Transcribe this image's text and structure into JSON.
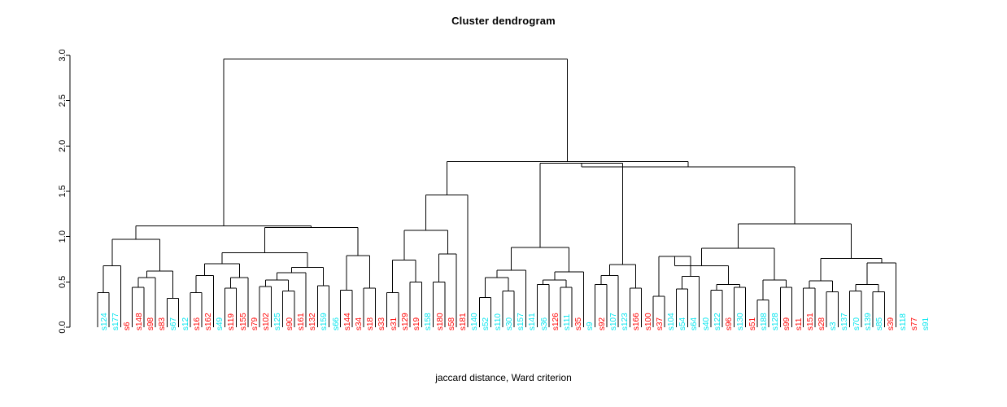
{
  "title": "Cluster dendrogram",
  "xlabel": "jaccard distance, Ward criterion",
  "colors": {
    "cyan": "#00e5ee",
    "red": "#ff0000",
    "line": "#000000",
    "axis": "#000000"
  },
  "axis": {
    "ticks": [
      "0.0",
      "0.5",
      "1.0",
      "1.5",
      "2.0",
      "2.5",
      "3.0"
    ],
    "tick_values": [
      0.0,
      0.5,
      1.0,
      1.5,
      2.0,
      2.5,
      3.0
    ]
  },
  "chart_data": {
    "type": "dendrogram",
    "title": "Cluster dendrogram",
    "xlabel": "jaccard distance, Ward criterion",
    "ylabel": "",
    "ylim": [
      0.0,
      3.0
    ],
    "grid": false,
    "legend": false,
    "n_leaves": 70,
    "leaf_labels": [
      "s124",
      "s177",
      "s6",
      "s148",
      "s98",
      "s83",
      "s67",
      "s12",
      "s16",
      "s162",
      "s49",
      "s119",
      "s155",
      "s79",
      "s102",
      "s125",
      "s90",
      "s161",
      "s132",
      "s159",
      "s66",
      "s144",
      "s34",
      "s18",
      "s33",
      "s31",
      "s129",
      "s19",
      "s158",
      "s180",
      "s58",
      "s181",
      "s140",
      "s52",
      "s110",
      "s30",
      "s157",
      "s141",
      "s36",
      "s126",
      "s111",
      "s35",
      "s9",
      "s92",
      "s107",
      "s123",
      "s166",
      "s100",
      "s37",
      "s104",
      "s54",
      "s64",
      "s40",
      "s122",
      "s96",
      "s130",
      "s51",
      "s188",
      "s128",
      "s99",
      "s11",
      "s151",
      "s28",
      "s3",
      "s137",
      "s70",
      "s139",
      "s85",
      "s39",
      "s118",
      "s77",
      "s91"
    ],
    "leaf_label_colors": [
      "cyan",
      "cyan",
      "red",
      "red",
      "red",
      "red",
      "cyan",
      "cyan",
      "red",
      "red",
      "cyan",
      "red",
      "red",
      "red",
      "red",
      "cyan",
      "red",
      "red",
      "red",
      "cyan",
      "cyan",
      "red",
      "red",
      "red",
      "red",
      "red",
      "red",
      "red",
      "cyan",
      "red",
      "red",
      "red",
      "cyan",
      "cyan",
      "cyan",
      "cyan",
      "cyan",
      "cyan",
      "cyan",
      "red",
      "cyan",
      "red",
      "cyan",
      "red",
      "cyan",
      "cyan",
      "red",
      "red",
      "red",
      "cyan",
      "cyan",
      "cyan",
      "cyan",
      "cyan",
      "red",
      "cyan",
      "red",
      "cyan",
      "cyan",
      "red",
      "red",
      "red",
      "red",
      "cyan",
      "cyan",
      "cyan",
      "cyan",
      "cyan",
      "red",
      "cyan",
      "red",
      "cyan"
    ],
    "merges": [
      {
        "id": "m1",
        "left": {
          "leaf": 0
        },
        "right": {
          "leaf": 1
        },
        "height": 0.38
      },
      {
        "id": "m2",
        "left": {
          "node": "m1"
        },
        "right": {
          "leaf": 2
        },
        "height": 0.68
      },
      {
        "id": "m3",
        "left": {
          "leaf": 3
        },
        "right": {
          "leaf": 4
        },
        "height": 0.44
      },
      {
        "id": "m4",
        "left": {
          "node": "m3"
        },
        "right": {
          "leaf": 5
        },
        "height": 0.55
      },
      {
        "id": "m5",
        "left": {
          "leaf": 6
        },
        "right": {
          "leaf": 7
        },
        "height": 0.32
      },
      {
        "id": "m6",
        "left": {
          "node": "m4"
        },
        "right": {
          "node": "m5"
        },
        "height": 0.62
      },
      {
        "id": "m7",
        "left": {
          "node": "m2"
        },
        "right": {
          "node": "m6"
        },
        "height": 0.97
      },
      {
        "id": "m8",
        "left": {
          "leaf": 8
        },
        "right": {
          "leaf": 9
        },
        "height": 0.38
      },
      {
        "id": "m9",
        "left": {
          "node": "m8"
        },
        "right": {
          "leaf": 10
        },
        "height": 0.57
      },
      {
        "id": "m10",
        "left": {
          "leaf": 11
        },
        "right": {
          "leaf": 12
        },
        "height": 0.43
      },
      {
        "id": "m11",
        "left": {
          "node": "m10"
        },
        "right": {
          "leaf": 13
        },
        "height": 0.55
      },
      {
        "id": "m12",
        "left": {
          "node": "m9"
        },
        "right": {
          "node": "m11"
        },
        "height": 0.7
      },
      {
        "id": "m13",
        "left": {
          "leaf": 14
        },
        "right": {
          "leaf": 15
        },
        "height": 0.45
      },
      {
        "id": "m14",
        "left": {
          "leaf": 16
        },
        "right": {
          "leaf": 17
        },
        "height": 0.4
      },
      {
        "id": "m15",
        "left": {
          "node": "m13"
        },
        "right": {
          "node": "m14"
        },
        "height": 0.52
      },
      {
        "id": "m16",
        "left": {
          "node": "m15"
        },
        "right": {
          "leaf": 18
        },
        "height": 0.6
      },
      {
        "id": "m17",
        "left": {
          "leaf": 19
        },
        "right": {
          "leaf": 20
        },
        "height": 0.46
      },
      {
        "id": "m18",
        "left": {
          "node": "m16"
        },
        "right": {
          "node": "m17"
        },
        "height": 0.66
      },
      {
        "id": "m19",
        "left": {
          "node": "m12"
        },
        "right": {
          "node": "m18"
        },
        "height": 0.82
      },
      {
        "id": "m20",
        "left": {
          "leaf": 21
        },
        "right": {
          "leaf": 22
        },
        "height": 0.41
      },
      {
        "id": "m21",
        "left": {
          "leaf": 23
        },
        "right": {
          "leaf": 24
        },
        "height": 0.43
      },
      {
        "id": "m22",
        "left": {
          "node": "m20"
        },
        "right": {
          "node": "m21"
        },
        "height": 0.79
      },
      {
        "id": "m23",
        "left": {
          "node": "m19"
        },
        "right": {
          "node": "m22"
        },
        "height": 1.1
      },
      {
        "id": "m24",
        "left": {
          "node": "m7"
        },
        "right": {
          "node": "m23"
        },
        "height": 1.12
      },
      {
        "id": "m25",
        "left": {
          "leaf": 25
        },
        "right": {
          "leaf": 26
        },
        "height": 0.38
      },
      {
        "id": "m26",
        "left": {
          "leaf": 27
        },
        "right": {
          "leaf": 28
        },
        "height": 0.5
      },
      {
        "id": "m27",
        "left": {
          "node": "m25"
        },
        "right": {
          "node": "m26"
        },
        "height": 0.74
      },
      {
        "id": "m28",
        "left": {
          "leaf": 29
        },
        "right": {
          "leaf": 30
        },
        "height": 0.5
      },
      {
        "id": "m29",
        "left": {
          "node": "m28"
        },
        "right": {
          "leaf": 31
        },
        "height": 0.81
      },
      {
        "id": "m30",
        "left": {
          "node": "m27"
        },
        "right": {
          "node": "m29"
        },
        "height": 1.07
      },
      {
        "id": "m31",
        "left": {
          "node": "m30"
        },
        "right": {
          "leaf": 32
        },
        "height": 1.46
      },
      {
        "id": "m32",
        "left": {
          "leaf": 33
        },
        "right": {
          "leaf": 34
        },
        "height": 0.33
      },
      {
        "id": "m33",
        "left": {
          "leaf": 35
        },
        "right": {
          "leaf": 36
        },
        "height": 0.4
      },
      {
        "id": "m34",
        "left": {
          "node": "m32"
        },
        "right": {
          "node": "m33"
        },
        "height": 0.55
      },
      {
        "id": "m35",
        "left": {
          "node": "m34"
        },
        "right": {
          "leaf": 37
        },
        "height": 0.63
      },
      {
        "id": "m36",
        "left": {
          "leaf": 38
        },
        "right": {
          "leaf": 39
        },
        "height": 0.47
      },
      {
        "id": "m37",
        "left": {
          "leaf": 40
        },
        "right": {
          "leaf": 41
        },
        "height": 0.44
      },
      {
        "id": "m38",
        "left": {
          "node": "m36"
        },
        "right": {
          "node": "m37"
        },
        "height": 0.52
      },
      {
        "id": "m39",
        "left": {
          "node": "m38"
        },
        "right": {
          "leaf": 42
        },
        "height": 0.61
      },
      {
        "id": "m40",
        "left": {
          "node": "m35"
        },
        "right": {
          "node": "m39"
        },
        "height": 0.88
      },
      {
        "id": "m41",
        "left": {
          "leaf": 43
        },
        "right": {
          "leaf": 44
        },
        "height": 0.47
      },
      {
        "id": "m42",
        "left": {
          "node": "m41"
        },
        "right": {
          "leaf": 45
        },
        "height": 0.57
      },
      {
        "id": "m43",
        "left": {
          "leaf": 46
        },
        "right": {
          "leaf": 47
        },
        "height": 0.43
      },
      {
        "id": "m44",
        "left": {
          "node": "m42"
        },
        "right": {
          "node": "m43"
        },
        "height": 0.69
      },
      {
        "id": "m45",
        "left": {
          "node": "m40"
        },
        "right": {
          "node": "m44"
        },
        "height": 1.81
      },
      {
        "id": "m46",
        "left": {
          "leaf": 48
        },
        "right": {
          "leaf": 49
        },
        "height": 0.34
      },
      {
        "id": "m47",
        "left": {
          "leaf": 50
        },
        "right": {
          "leaf": 51
        },
        "height": 0.42
      },
      {
        "id": "m48",
        "left": {
          "node": "m47"
        },
        "right": {
          "leaf": 52
        },
        "height": 0.56
      },
      {
        "id": "m49",
        "left": {
          "node": "m46"
        },
        "right": {
          "node": "m48"
        },
        "height": 0.78
      },
      {
        "id": "m50",
        "left": {
          "leaf": 53
        },
        "right": {
          "leaf": 54
        },
        "height": 0.41
      },
      {
        "id": "m51",
        "left": {
          "leaf": 55
        },
        "right": {
          "leaf": 56
        },
        "height": 0.44
      },
      {
        "id": "m52",
        "left": {
          "node": "m50"
        },
        "right": {
          "node": "m51"
        },
        "height": 0.47
      },
      {
        "id": "m53",
        "left": {
          "node": "m49"
        },
        "right": {
          "node": "m52"
        },
        "height": 0.68
      },
      {
        "id": "m54",
        "left": {
          "leaf": 57
        },
        "right": {
          "leaf": 58
        },
        "height": 0.3
      },
      {
        "id": "m55",
        "left": {
          "leaf": 59
        },
        "right": {
          "leaf": 60
        },
        "height": 0.44
      },
      {
        "id": "m56",
        "left": {
          "node": "m54"
        },
        "right": {
          "node": "m55"
        },
        "height": 0.52
      },
      {
        "id": "m57",
        "left": {
          "node": "m53"
        },
        "right": {
          "node": "m56"
        },
        "height": 0.87
      },
      {
        "id": "m58",
        "left": {
          "leaf": 61
        },
        "right": {
          "leaf": 62
        },
        "height": 0.43
      },
      {
        "id": "m59",
        "left": {
          "leaf": 63
        },
        "right": {
          "leaf": 64
        },
        "height": 0.39
      },
      {
        "id": "m60",
        "left": {
          "node": "m58"
        },
        "right": {
          "node": "m59"
        },
        "height": 0.51
      },
      {
        "id": "m61",
        "left": {
          "leaf": 65
        },
        "right": {
          "leaf": 66
        },
        "height": 0.4
      },
      {
        "id": "m62",
        "left": {
          "leaf": 67
        },
        "right": {
          "leaf": 68
        },
        "height": 0.39
      },
      {
        "id": "m63",
        "left": {
          "node": "m61"
        },
        "right": {
          "node": "m62"
        },
        "height": 0.47
      },
      {
        "id": "m64",
        "left": {
          "node": "m63"
        },
        "right": {
          "leaf": 69
        },
        "height": 0.71
      },
      {
        "id": "m65",
        "left": {
          "node": "m60"
        },
        "right": {
          "node": "m64"
        },
        "height": 0.76
      },
      {
        "id": "m66",
        "left": {
          "node": "m57"
        },
        "right": {
          "node": "m65"
        },
        "height": 1.14
      },
      {
        "id": "m67",
        "left": {
          "node": "m45"
        },
        "right": {
          "node": "m66"
        },
        "height": 1.77
      },
      {
        "id": "m68",
        "left": {
          "node": "m31"
        },
        "right": {
          "node": "m67"
        },
        "height": 1.83
      },
      {
        "id": "m69",
        "left": {
          "node": "m24"
        },
        "right": {
          "node": "m68"
        },
        "height": 2.96
      }
    ]
  }
}
